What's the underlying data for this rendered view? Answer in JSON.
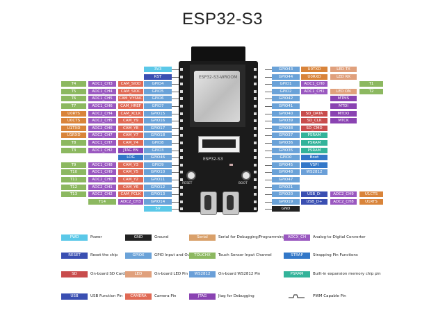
{
  "title": "ESP32-S3",
  "colors": {
    "power": "#5bc8e8",
    "gnd": "#222222",
    "gpio": "#6aa2d8",
    "reset": "#3a4fb2",
    "serial": "#d9a06a",
    "adc": "#9a58c0",
    "touch": "#8cb860",
    "strap": "#3277c8",
    "sd": "#c84c4c",
    "led": "#e0a07c",
    "ws2812": "#6a9fd8",
    "psram": "#33b39a",
    "usb": "#3a4fb2",
    "camera": "#e06a55",
    "jtag": "#8a43b2",
    "uart": "#d9843a"
  },
  "board": {
    "module_text": "ESP32-S3-WROOM",
    "cam_label": "ESP32-S3",
    "btn_left": "RESET",
    "btn_right": "BOOT"
  },
  "left_rows": [
    {
      "pin": "3V3",
      "cls": "power"
    },
    {
      "pin": "RST",
      "cls": "reset"
    },
    {
      "pin": "GPIO4",
      "tags": [
        [
          "T4",
          "touch"
        ],
        [
          "ADC1_CH3",
          "adc"
        ],
        [
          "CAM_SIOD",
          "camera"
        ]
      ]
    },
    {
      "pin": "GPIO5",
      "tags": [
        [
          "T5",
          "touch"
        ],
        [
          "ADC1_CH4",
          "adc"
        ],
        [
          "CAM_SIOC",
          "camera"
        ]
      ]
    },
    {
      "pin": "GPIO6",
      "tags": [
        [
          "T6",
          "touch"
        ],
        [
          "ADC1_CH5",
          "adc"
        ],
        [
          "CAM_VYSNC",
          "camera"
        ]
      ]
    },
    {
      "pin": "GPIO7",
      "tags": [
        [
          "T7",
          "touch"
        ],
        [
          "ADC1_CH6",
          "adc"
        ],
        [
          "CAM_HREF",
          "camera"
        ]
      ]
    },
    {
      "pin": "GPIO15",
      "tags": [
        [
          "U0RTS",
          "uart"
        ],
        [
          "ADC2_CH4",
          "adc"
        ],
        [
          "CAM_XCLK",
          "camera"
        ]
      ]
    },
    {
      "pin": "GPIO16",
      "tags": [
        [
          "U0CTS",
          "uart"
        ],
        [
          "ADC2_CH5",
          "adc"
        ],
        [
          "CAM_Y9",
          "camera"
        ]
      ]
    },
    {
      "pin": "GPIO17",
      "tags": [
        [
          "U1TXD",
          "uart"
        ],
        [
          "ADC2_CH6",
          "adc"
        ],
        [
          "CAM_Y8",
          "camera"
        ]
      ]
    },
    {
      "pin": "GPIO18",
      "tags": [
        [
          "U1RXD",
          "uart"
        ],
        [
          "ADC2_CH7",
          "adc"
        ],
        [
          "CAM_Y7",
          "camera"
        ]
      ]
    },
    {
      "pin": "GPIO8",
      "tags": [
        [
          "T8",
          "touch"
        ],
        [
          "ADC1_CH7",
          "adc"
        ],
        [
          "CAM_Y4",
          "camera"
        ]
      ]
    },
    {
      "pin": "GPIO3",
      "tags": [
        [
          "T3",
          "touch"
        ],
        [
          "ADC1_CH2",
          "adc"
        ],
        [
          "JTAG EN",
          "jtag"
        ]
      ]
    },
    {
      "pin": "GPIO46",
      "tags": [
        [
          "LOG",
          "strap"
        ]
      ]
    },
    {
      "pin": "GPIO9",
      "tags": [
        [
          "T9",
          "touch"
        ],
        [
          "ADC1_CH8",
          "adc"
        ],
        [
          "CAM_Y3",
          "camera"
        ]
      ]
    },
    {
      "pin": "GPIO10",
      "tags": [
        [
          "T10",
          "touch"
        ],
        [
          "ADC1_CH9",
          "adc"
        ],
        [
          "CAM_Y5",
          "camera"
        ]
      ]
    },
    {
      "pin": "GPIO11",
      "tags": [
        [
          "T11",
          "touch"
        ],
        [
          "ADC2_CH0",
          "adc"
        ],
        [
          "CAM_Y2",
          "camera"
        ]
      ]
    },
    {
      "pin": "GPIO12",
      "tags": [
        [
          "T12",
          "touch"
        ],
        [
          "ADC2_CH1",
          "adc"
        ],
        [
          "CAM_Y6",
          "camera"
        ]
      ]
    },
    {
      "pin": "GPIO13",
      "tags": [
        [
          "T13",
          "touch"
        ],
        [
          "ADC2_CH2",
          "adc"
        ],
        [
          "CAM_PCLK",
          "camera"
        ]
      ]
    },
    {
      "pin": "GPIO14",
      "tags": [
        [
          "T14",
          "touch"
        ],
        [
          "ADC2_CH3",
          "adc"
        ]
      ]
    },
    {
      "pin": "5V",
      "cls": "power"
    }
  ],
  "right_rows": [
    {
      "pin": "GPIO43",
      "tags": [
        [
          "U0TXD",
          "uart"
        ],
        [
          "LED TX",
          "led"
        ]
      ]
    },
    {
      "pin": "GPIO44",
      "tags": [
        [
          "U0RXD",
          "uart"
        ],
        [
          "LED RX",
          "led"
        ]
      ]
    },
    {
      "pin": "GPIO1",
      "tags": [
        [
          "ADC1_CH0",
          "adc"
        ],
        [
          "",
          "none"
        ],
        [
          "T1",
          "touch"
        ]
      ]
    },
    {
      "pin": "GPIO2",
      "tags": [
        [
          "ADC1_CH1",
          "adc"
        ],
        [
          "LED ON",
          "led"
        ],
        [
          "T2",
          "touch"
        ]
      ]
    },
    {
      "pin": "GPIO42",
      "tags": [
        [
          "",
          "none"
        ],
        [
          "MTMS",
          "jtag"
        ]
      ]
    },
    {
      "pin": "GPIO41",
      "tags": [
        [
          "",
          "none"
        ],
        [
          "MTDI",
          "jtag"
        ]
      ]
    },
    {
      "pin": "GPIO40",
      "tags": [
        [
          "SD_DATA",
          "sd"
        ],
        [
          "MTDO",
          "jtag"
        ]
      ]
    },
    {
      "pin": "GPIO39",
      "tags": [
        [
          "SD_CLK",
          "sd"
        ],
        [
          "MTCK",
          "jtag"
        ]
      ]
    },
    {
      "pin": "GPIO38",
      "tags": [
        [
          "SD_CMD",
          "sd"
        ]
      ]
    },
    {
      "pin": "GPIO37",
      "tags": [
        [
          "PSRAM",
          "psram"
        ]
      ]
    },
    {
      "pin": "GPIO36",
      "tags": [
        [
          "PSRAM",
          "psram"
        ]
      ]
    },
    {
      "pin": "GPIO35",
      "tags": [
        [
          "PSRAM",
          "psram"
        ]
      ]
    },
    {
      "pin": "GPIO0",
      "tags": [
        [
          "Boot",
          "strap"
        ]
      ]
    },
    {
      "pin": "GPIO45",
      "tags": [
        [
          "VSPI",
          "strap"
        ]
      ]
    },
    {
      "pin": "GPIO48",
      "tags": [
        [
          "WS2812",
          "ws2812"
        ]
      ]
    },
    {
      "pin": "GPIO47",
      "tags": []
    },
    {
      "pin": "GPIO21",
      "tags": []
    },
    {
      "pin": "GPIO20",
      "tags": [
        [
          "USB_D-",
          "usb"
        ],
        [
          "ADC2_CH9",
          "adc"
        ],
        [
          "U1CTS",
          "uart"
        ]
      ]
    },
    {
      "pin": "GPIO19",
      "tags": [
        [
          "USB_D+",
          "usb"
        ],
        [
          "ADC2_CH8",
          "adc"
        ],
        [
          "U1RTS",
          "uart"
        ]
      ]
    },
    {
      "pin": "GND",
      "cls": "gnd"
    }
  ],
  "legend": [
    {
      "box": "PWD",
      "cls": "power",
      "text": "Power"
    },
    {
      "box": "GND",
      "cls": "gnd",
      "text": "Ground"
    },
    {
      "box": "Serial",
      "cls": "serial",
      "text": "Serial for Debugging/Programming"
    },
    {
      "box": "ADCX_CH",
      "cls": "adc",
      "text": "Analog-to-Digital Converter"
    },
    {
      "box": "RESET",
      "cls": "reset",
      "text": "Reset the chip"
    },
    {
      "box": "GPIOX",
      "cls": "gpio",
      "text": "GPIO Input and Output"
    },
    {
      "box": "TOUCHX",
      "cls": "touch",
      "text": "Touch Sensor Input Channel"
    },
    {
      "box": "STRAP",
      "cls": "strap",
      "text": "Strapping Pin Functions"
    },
    {
      "box": "SD",
      "cls": "sd",
      "text": "On-board SD Card Pin"
    },
    {
      "box": "LED",
      "cls": "led",
      "text": "On-board LED Pin"
    },
    {
      "box": "WS2812",
      "cls": "ws2812",
      "text": "On-board WS2812 Pin"
    },
    {
      "box": "PSRAM",
      "cls": "psram",
      "text": "Built-in expansion memory chip pin"
    },
    {
      "box": "USB",
      "cls": "usb",
      "text": "USB Function Pin"
    },
    {
      "box": "CAMERA",
      "cls": "camera",
      "text": "Camera Pin"
    },
    {
      "box": "JTAG",
      "cls": "jtag",
      "text": "Jtag for Debugging"
    },
    {
      "box": "",
      "cls": "pwm",
      "text": "PWM Capable Pin"
    }
  ]
}
